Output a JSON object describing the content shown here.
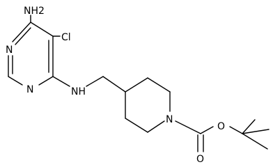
{
  "labels": {
    "amine_nh2": "NH2",
    "chloro": "Cl",
    "ring_n_upper": "N",
    "ring_n_lower": "N",
    "linker_nh": "NH",
    "piperidine_n": "N",
    "carbonyl_o": "O",
    "ester_o": "O"
  },
  "colors": {
    "bond": "#000000",
    "text": "#000000",
    "background": "#ffffff"
  }
}
